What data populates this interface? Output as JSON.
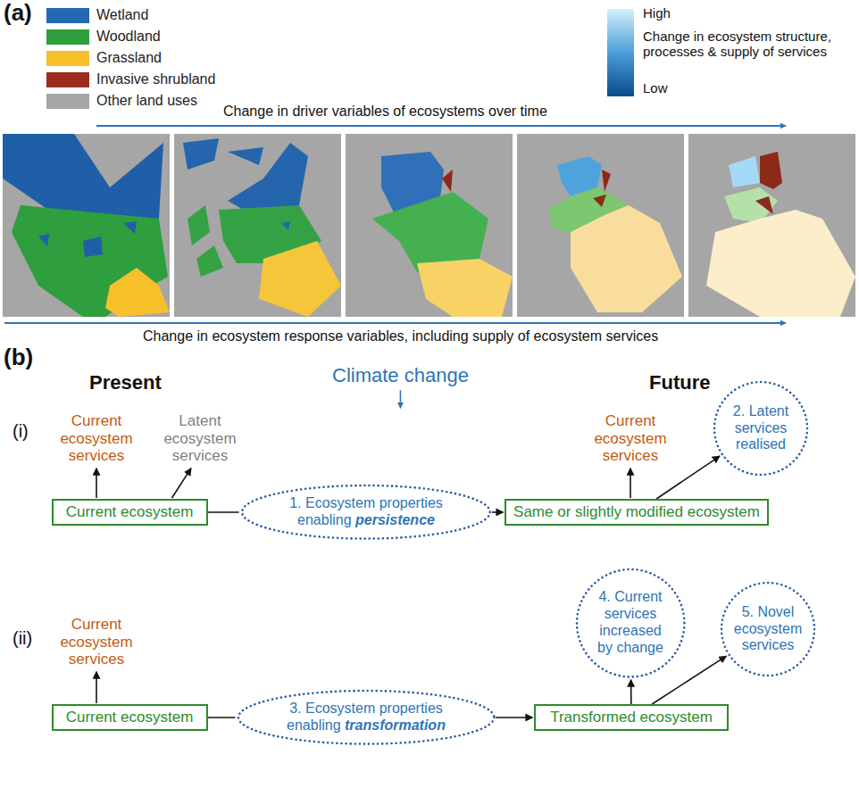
{
  "diagram": {
    "nodes": [
      {
        "text": [
          "Current ecosystem"
        ]
      },
      {
        "text": [
          "1. Ecosystem properties enabling persistence"
        ]
      },
      {
        "text": [
          "Same or slightly modified ecosystem"
        ]
      },
      {
        "text": [
          "2. Latent services realised"
        ]
      },
      {
        "text": [
          "Current ecosystem"
        ]
      },
      {
        "text": [
          "3. Ecosystem properties enabling transformation"
        ]
      },
      {
        "text": [
          "Transformed ecosystem"
        ]
      },
      {
        "text": [
          "4. Current services increased by change"
        ]
      },
      {
        "text": [
          "5. Novel ecosystem services"
        ]
      }
    ],
    "edges": [
      {
        "from": 0,
        "to": 1,
        "arrow": "none"
      },
      {
        "from": 1,
        "to": 2,
        "arrow": "to"
      },
      {
        "from": 2,
        "to": 3,
        "arrow": "to"
      },
      {
        "from": 4,
        "to": 5,
        "arrow": "none"
      },
      {
        "from": 5,
        "to": 6,
        "arrow": "to"
      },
      {
        "from": 6,
        "to": 7,
        "arrow": "to"
      },
      {
        "from": 6,
        "to": 8,
        "arrow": "to"
      }
    ],
    "labels": [
      "(a)",
      "High",
      "Change in ecosystem structure, processes & supply of services",
      "Low",
      "Change in driver variables of ecosystems over time",
      "Change in ecosystem response variables, including supply of ecosystem services",
      "(b)",
      "Present",
      "Climate change",
      "Future",
      "(i)",
      "Current ecosystem services",
      "Latent ecosystem services",
      "Current ecosystem services",
      "(ii)",
      "Current ecosystem services"
    ],
    "legend": [
      {
        "text": "Wetland",
        "color": "#2467b3"
      },
      {
        "text": "Woodland",
        "color": "#2e9e3e"
      },
      {
        "text": "Grassland",
        "color": "#f5c02a"
      },
      {
        "text": "Invasive shrubland",
        "color": "#9b2d1f"
      },
      {
        "text": "Other land uses",
        "color": "#a6a6a6"
      }
    ]
  }
}
